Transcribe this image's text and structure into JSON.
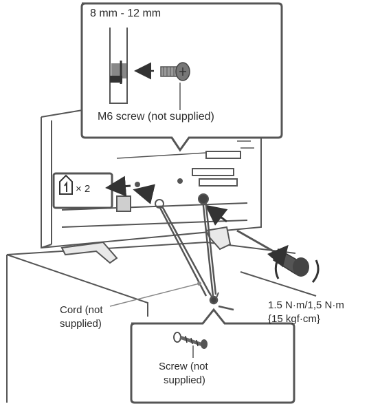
{
  "labels": {
    "screw_size": "8 mm - 12 mm",
    "m6_screw": "M6 screw (not supplied)",
    "cord_line1": "Cord (not",
    "cord_line2": "supplied)",
    "torque_line1": "1.5 N·m/1,5 N·m",
    "torque_line2": "{15 kgf·cm}",
    "screw_line1": "Screw (not",
    "screw_line2": "supplied)",
    "quantity": "× 2"
  },
  "icons": {
    "step_marker": "house-outline-icon",
    "screwdriver": "screwdriver-icon",
    "rotation_arrow": "curved-arrow-icon"
  }
}
